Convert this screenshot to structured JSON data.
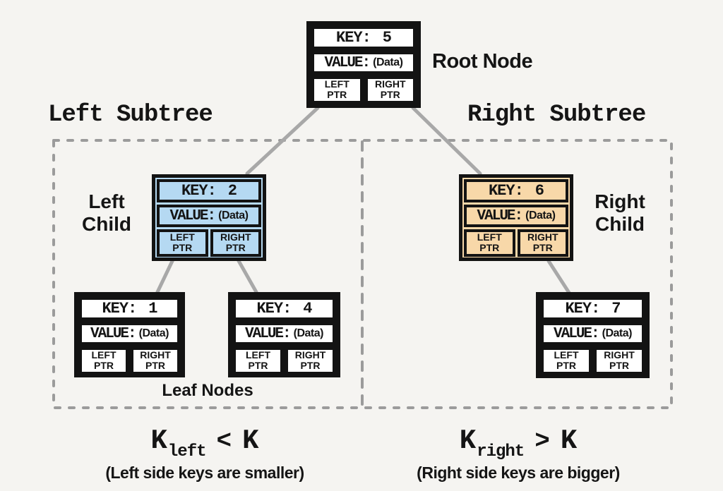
{
  "colors": {
    "background": "#f5f4f1",
    "node_border": "#131313",
    "left_child_fill": "#b5d9f2",
    "right_child_fill": "#f8d8a9",
    "leaf_fill": "#ffffff",
    "connector": "#a8a8a8",
    "dashed_border": "#9b9b9b",
    "text": "#151515"
  },
  "labels": {
    "root_node": "Root Node",
    "left_subtree": "Left Subtree",
    "right_subtree": "Right Subtree",
    "left_child": "Left\nChild",
    "right_child": "Right\nChild",
    "leaf_nodes": "Leaf Nodes"
  },
  "nodes": {
    "root": {
      "key_label": "KEY:",
      "key": "5",
      "value_label": "VALUE:",
      "value": "(Data)",
      "left_ptr": "LEFT\nPTR",
      "right_ptr": "RIGHT\nPTR"
    },
    "left_child": {
      "key_label": "KEY:",
      "key": "2",
      "value_label": "VALUE:",
      "value": "(Data)",
      "left_ptr": "LEFT\nPTR",
      "right_ptr": "RIGHT\nPTR"
    },
    "right_child": {
      "key_label": "KEY:",
      "key": "6",
      "value_label": "VALUE:",
      "value": "(Data)",
      "left_ptr": "LEFT\nPTR",
      "right_ptr": "RIGHT\nPTR"
    },
    "leaf_1": {
      "key_label": "KEY:",
      "key": "1",
      "value_label": "VALUE:",
      "value": "(Data)",
      "left_ptr": "LEFT\nPTR",
      "right_ptr": "RIGHT\nPTR"
    },
    "leaf_4": {
      "key_label": "KEY:",
      "key": "4",
      "value_label": "VALUE:",
      "value": "(Data)",
      "left_ptr": "LEFT\nPTR",
      "right_ptr": "RIGHT\nPTR"
    },
    "leaf_7": {
      "key_label": "KEY:",
      "key": "7",
      "value_label": "VALUE:",
      "value": "(Data)",
      "left_ptr": "LEFT\nPTR",
      "right_ptr": "RIGHT\nPTR"
    }
  },
  "formulas": {
    "left": {
      "variable": "K",
      "subscript": "left",
      "relation": "<",
      "rhs": "K",
      "caption": "(Left side keys are smaller)"
    },
    "right": {
      "variable": "K",
      "subscript": "right",
      "relation": ">",
      "rhs": "K",
      "caption": "(Right side keys are bigger)"
    }
  }
}
